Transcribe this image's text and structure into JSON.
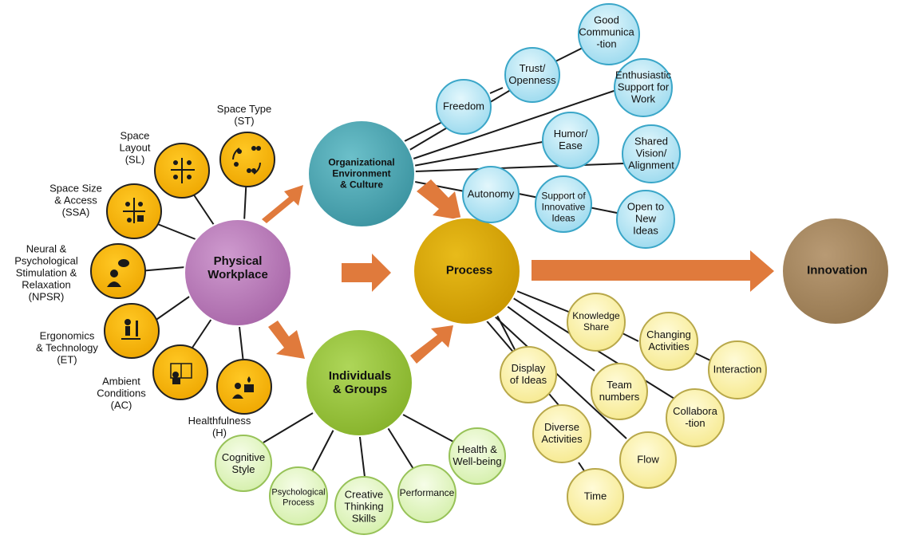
{
  "hubs": {
    "physical_workplace": "Physical\nWorkplace",
    "org_env": "Organizational\nEnvironment\n& Culture",
    "individuals": "Individuals\n& Groups",
    "process": "Process",
    "innovation": "Innovation"
  },
  "physical_factors": {
    "space_type": "Space Type\n(ST)",
    "space_layout": "Space\nLayout\n(SL)",
    "space_size": "Space Size\n& Access\n(SSA)",
    "neural": "Neural &\nPsychological\nStimulation &\nRelaxation\n(NPSR)",
    "ergonomics": "Ergonomics\n& Technology\n(ET)",
    "ambient": "Ambient\nConditions\n(AC)",
    "healthfulness": "Healthfulness\n(H)"
  },
  "org_factors": {
    "freedom": "Freedom",
    "trust": "Trust/\nOpenness",
    "good_comm": "Good\nCommunica\n-tion",
    "enthusiastic": "Enthusiastic\nSupport for\nWork",
    "humor": "Humor/\nEase",
    "shared_vision": "Shared\nVision/\nAlignment",
    "autonomy": "Autonomy",
    "support_ideas": "Support of\nInnovative\nIdeas",
    "open_ideas": "Open to\nNew\nIdeas"
  },
  "process_factors": {
    "knowledge": "Knowledge\nShare",
    "changing": "Changing\nActivities",
    "interaction": "Interaction",
    "display": "Display\nof Ideas",
    "team": "Team\nnumbers",
    "collaboration": "Collabora\n-tion",
    "diverse": "Diverse\nActivities",
    "flow": "Flow",
    "time": "Time"
  },
  "individual_factors": {
    "cognitive": "Cognitive\nStyle",
    "psychological": "Psychological\nProcess",
    "creative": "Creative\nThinking\nSkills",
    "performance": "Performance",
    "health": "Health &\nWell-being"
  },
  "colors": {
    "physical": "#b77ab7",
    "org": "#4fa8b3",
    "individuals": "#9ac53a",
    "process": "#d9a705",
    "innovation": "#a48660",
    "icon_circle": "#f5b300",
    "org_bubble": "#aee3f3",
    "process_bubble": "#fbf3a8",
    "individual_bubble": "#e3f5c4",
    "arrow": "#e07a3c"
  }
}
